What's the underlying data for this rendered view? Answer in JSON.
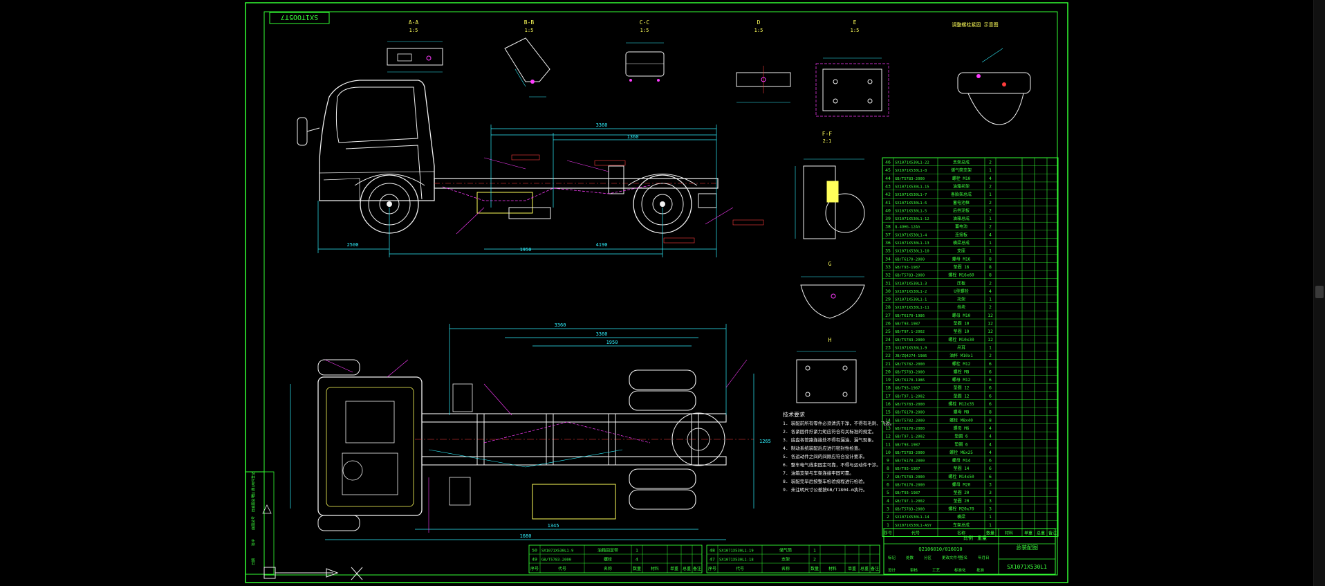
{
  "drawing": {
    "title_stamp": "SX1TOO5T7",
    "drawing_number": "SX1071X530L1",
    "project_code": "Q2106010/016010",
    "title_block_label": "总装配图",
    "views": [
      {
        "id": "view-A",
        "label": "A-A",
        "scale": "1:5"
      },
      {
        "id": "view-B",
        "label": "B-B",
        "scale": "1:5"
      },
      {
        "id": "view-C",
        "label": "C-C",
        "scale": "1:5"
      },
      {
        "id": "view-D",
        "label": "D",
        "scale": "1:5"
      },
      {
        "id": "view-E",
        "label": "E",
        "scale": "1:5"
      },
      {
        "id": "view-F",
        "label": "F-F",
        "scale": "2:1"
      },
      {
        "id": "view-G",
        "label": "G",
        "scale": ""
      },
      {
        "id": "view-H",
        "label": "H",
        "scale": ""
      }
    ],
    "top_right_note": "调整螺栓紧固 示意图",
    "dimensions_side": [
      "2500",
      "1950",
      "4190",
      "3360",
      "1360"
    ],
    "dimensions_top": [
      "3360",
      "3360",
      "1950",
      "1680",
      "1345",
      "1265"
    ],
    "tech_requirements_title": "技术要求",
    "tech_requirements": [
      "1. 装配前所有零件必须清洗干净，不得有毛刺、飞边。",
      "2. 各紧固件拧紧力矩应符合有关标准的规定。",
      "3. 底盘各管路连接处不得有漏油、漏气现象。",
      "4. 制动系统装配后应进行密封性检查。",
      "5. 各运动件之间的间隙应符合设计要求。",
      "6. 整车电气线束固定可靠，不得与运动件干涉。",
      "7. 油箱支架与车架连接牢固可靠。",
      "8. 装配完毕后按整车检验规程进行检验。",
      "9. 未注明尺寸公差按GB/T1804-m执行。"
    ],
    "bom_header": [
      "序号",
      "代号",
      "名称",
      "数量",
      "材料",
      "单重",
      "总重",
      "备注"
    ],
    "bom_rows": [
      {
        "no": "46",
        "code": "SX1071X530L1-22",
        "name": "支架总成",
        "qty": "2"
      },
      {
        "no": "45",
        "code": "SX1071X530L1-8",
        "name": "储气筒支架",
        "qty": "1"
      },
      {
        "no": "44",
        "code": "GB/T5783-2000",
        "name": "螺栓 M10",
        "qty": "4"
      },
      {
        "no": "43",
        "code": "SX1071X530L1-15",
        "name": "油箱托架",
        "qty": "2"
      },
      {
        "no": "42",
        "code": "SX1071X530L1-7",
        "name": "备胎架总成",
        "qty": "1"
      },
      {
        "no": "41",
        "code": "SX1071X530L1-6",
        "name": "蓄电池框",
        "qty": "2"
      },
      {
        "no": "40",
        "code": "SX1071X530L1-5",
        "name": "后挡泥板",
        "qty": "2"
      },
      {
        "no": "39",
        "code": "SX1071X530L1-12",
        "name": "油箱总成",
        "qty": "1"
      },
      {
        "no": "38",
        "code": "Q-4OHG-12Ah",
        "name": "蓄电池",
        "qty": "2"
      },
      {
        "no": "37",
        "code": "SX1071X530L1-4",
        "name": "连接板",
        "qty": "4"
      },
      {
        "no": "36",
        "code": "SX1071X530L1-13",
        "name": "横梁总成",
        "qty": "1"
      },
      {
        "no": "35",
        "code": "SX1071X530L1-10",
        "name": "支座",
        "qty": "1"
      },
      {
        "no": "34",
        "code": "GB/T6170-2000",
        "name": "螺母 M16",
        "qty": "8"
      },
      {
        "no": "33",
        "code": "GB/T93-1987",
        "name": "垫圈 16",
        "qty": "8"
      },
      {
        "no": "32",
        "code": "GB/T5783-2000",
        "name": "螺栓 M16x60",
        "qty": "8"
      },
      {
        "no": "31",
        "code": "SX1071X530L1-3",
        "name": "压板",
        "qty": "2"
      },
      {
        "no": "30",
        "code": "SX1071X530L1-2",
        "name": "U型螺栓",
        "qty": "4"
      },
      {
        "no": "29",
        "code": "SX1071X530L1-1",
        "name": "托架",
        "qty": "1"
      },
      {
        "no": "28",
        "code": "SX1071X530L1-11",
        "name": "挡块",
        "qty": "2"
      },
      {
        "no": "27",
        "code": "GB/T6170-1986",
        "name": "螺母 M10",
        "qty": "12"
      },
      {
        "no": "26",
        "code": "GB/T93-1987",
        "name": "垫圈 10",
        "qty": "12"
      },
      {
        "no": "25",
        "code": "GB/T97.1-2002",
        "name": "垫圈 10",
        "qty": "12"
      },
      {
        "no": "24",
        "code": "GB/T5783-2000",
        "name": "螺栓 M10x30",
        "qty": "12"
      },
      {
        "no": "23",
        "code": "SX1071X530L1-9",
        "name": "吊耳",
        "qty": "1"
      },
      {
        "no": "22",
        "code": "JB/ZQ4274-1986",
        "name": "油杯 M10x1",
        "qty": "2"
      },
      {
        "no": "21",
        "code": "GB/T5782-2000",
        "name": "螺栓 M12",
        "qty": "6"
      },
      {
        "no": "20",
        "code": "GB/T5783-2000",
        "name": "螺栓 M8",
        "qty": "6"
      },
      {
        "no": "19",
        "code": "GB/T6170-1986",
        "name": "螺母 M12",
        "qty": "6"
      },
      {
        "no": "18",
        "code": "GB/T93-1987",
        "name": "垫圈 12",
        "qty": "6"
      },
      {
        "no": "17",
        "code": "GB/T97.1-2002",
        "name": "垫圈 12",
        "qty": "6"
      },
      {
        "no": "16",
        "code": "GB/T5783-2000",
        "name": "螺栓 M12x35",
        "qty": "6"
      },
      {
        "no": "15",
        "code": "GB/T6170-2000",
        "name": "螺母 M8",
        "qty": "8"
      },
      {
        "no": "14",
        "code": "GB/T5782-2000",
        "name": "螺栓 M8x40",
        "qty": "8"
      },
      {
        "no": "13",
        "code": "GB/T6170-2000",
        "name": "螺母 M6",
        "qty": "4"
      },
      {
        "no": "12",
        "code": "GB/T97.1-2002",
        "name": "垫圈 6",
        "qty": "4"
      },
      {
        "no": "11",
        "code": "GB/T93-1987",
        "name": "垫圈 6",
        "qty": "4"
      },
      {
        "no": "10",
        "code": "GB/T5783-2000",
        "name": "螺栓 M6x25",
        "qty": "4"
      },
      {
        "no": "9",
        "code": "GB/T6170-2000",
        "name": "螺母 M14",
        "qty": "6"
      },
      {
        "no": "8",
        "code": "GB/T93-1987",
        "name": "垫圈 14",
        "qty": "6"
      },
      {
        "no": "7",
        "code": "GB/T5783-2000",
        "name": "螺栓 M14x50",
        "qty": "6"
      },
      {
        "no": "6",
        "code": "GB/T6170-2000",
        "name": "螺母 M20",
        "qty": "3"
      },
      {
        "no": "5",
        "code": "GB/T93-1987",
        "name": "垫圈 20",
        "qty": "3"
      },
      {
        "no": "4",
        "code": "GB/T97.1-2002",
        "name": "垫圈 20",
        "qty": "3"
      },
      {
        "no": "3",
        "code": "GB/T5783-2000",
        "name": "螺栓 M20x70",
        "qty": "3"
      },
      {
        "no": "2",
        "code": "SX1071X530L1-14",
        "name": "横梁",
        "qty": "1"
      },
      {
        "no": "1",
        "code": "SX1071X530L1-ASY",
        "name": "车架总成",
        "qty": "1"
      }
    ],
    "bottom_bom": [
      {
        "no": "50",
        "code": "SX1071X530L1-9",
        "name": "油箱固定带",
        "qty": "1"
      },
      {
        "no": "49",
        "code": "GB/T5783-2000",
        "name": "螺栓",
        "qty": "4"
      },
      {
        "no": "48",
        "code": "SX1071X530L1-19",
        "name": "储气筒",
        "qty": "1"
      },
      {
        "no": "47",
        "code": "SX1071X530L1-18",
        "name": "支架",
        "qty": "2"
      }
    ],
    "revision_labels": [
      "标记",
      "处数",
      "分区",
      "更改文件号",
      "签名",
      "年月日"
    ],
    "sign_labels": [
      "设计",
      "审核",
      "工艺",
      "标准化",
      "批准"
    ],
    "scale_label": "比例",
    "weight_label": "重量",
    "left_strip_labels": [
      "借(通)用件登记",
      "旧底图总号",
      "底图总号",
      "签字",
      "日期"
    ]
  },
  "colors": {
    "background": "#000000",
    "frame": "#33ff33",
    "primary_line": "#f2f2f2",
    "dimension": "#30f2ff",
    "hidden_line": "#ff3cff",
    "centerline": "#ff3c3c",
    "label": "#ffff5a",
    "table_text": "#3cff3c"
  }
}
